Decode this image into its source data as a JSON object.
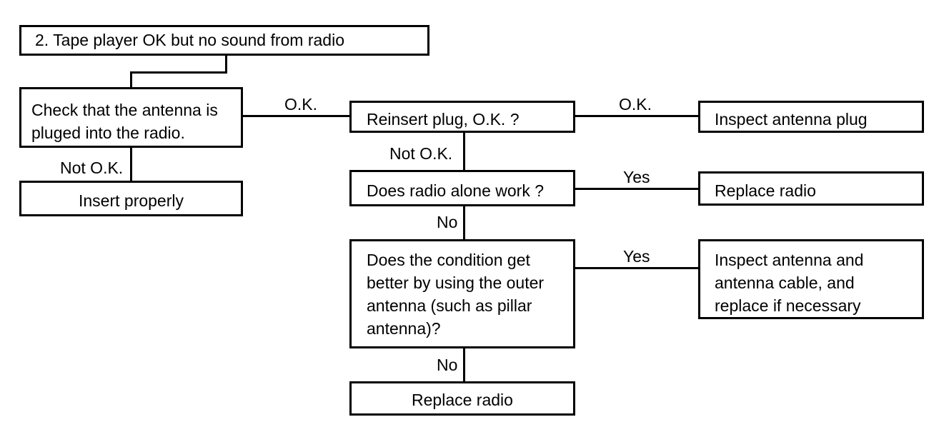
{
  "flowchart": {
    "title": "2. Tape player OK but no sound from radio",
    "check_antenna": "Check that the antenna is\npluged into the radio.",
    "insert_properly": "Insert properly",
    "reinsert_plug": "Reinsert plug, O.K. ?",
    "inspect_antenna_plug": "Inspect antenna plug",
    "radio_alone": "Does radio alone work ?",
    "replace_radio_1": "Replace radio",
    "outer_antenna": "Does the condition get\nbetter by using the outer\nantenna (such as pillar\nantenna)?",
    "inspect_antenna_cable": "Inspect antenna and\nantenna cable, and\nreplace if necessary",
    "replace_radio_2": "Replace radio"
  },
  "labels": {
    "ok_1": "O.K.",
    "ok_2": "O.K.",
    "not_ok_1": "Not O.K.",
    "not_ok_2": "Not O.K.",
    "yes_1": "Yes",
    "yes_2": "Yes",
    "no_1": "No",
    "no_2": "No"
  }
}
